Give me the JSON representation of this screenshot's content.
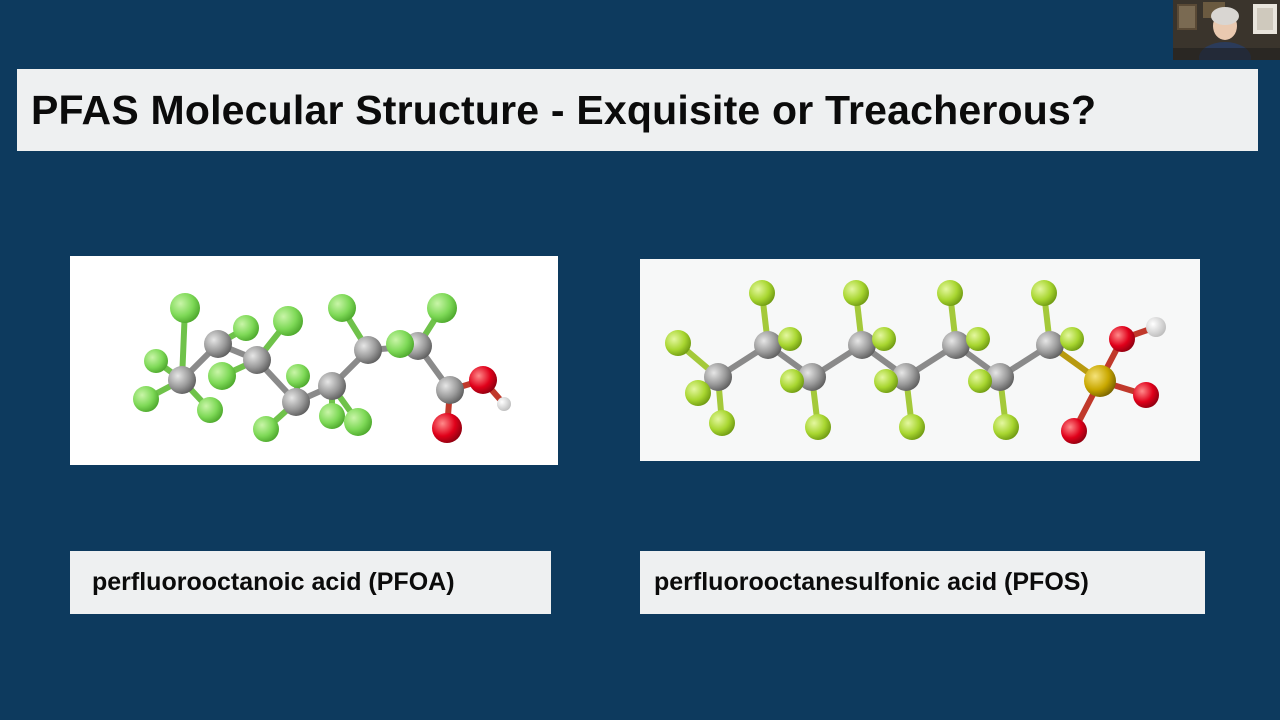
{
  "slide": {
    "title": "PFAS Molecular Structure - Exquisite or Treacherous?",
    "left_caption": "perfluorooctanoic acid (PFOA)",
    "right_caption": "perfluorooctanesulfonic acid (PFOS)"
  },
  "colors": {
    "background": "#0d3a5e",
    "panel": "#eef0f1",
    "carbon": "#9a9a9a",
    "fluorine_pfoa": "#7ed957",
    "fluorine_pfos": "#a8d630",
    "oxygen": "#e0001a",
    "sulfur": "#c9a800",
    "hydrogen": "#f2f2f2"
  },
  "icons": {
    "webcam": "presenter-video-thumbnail"
  }
}
